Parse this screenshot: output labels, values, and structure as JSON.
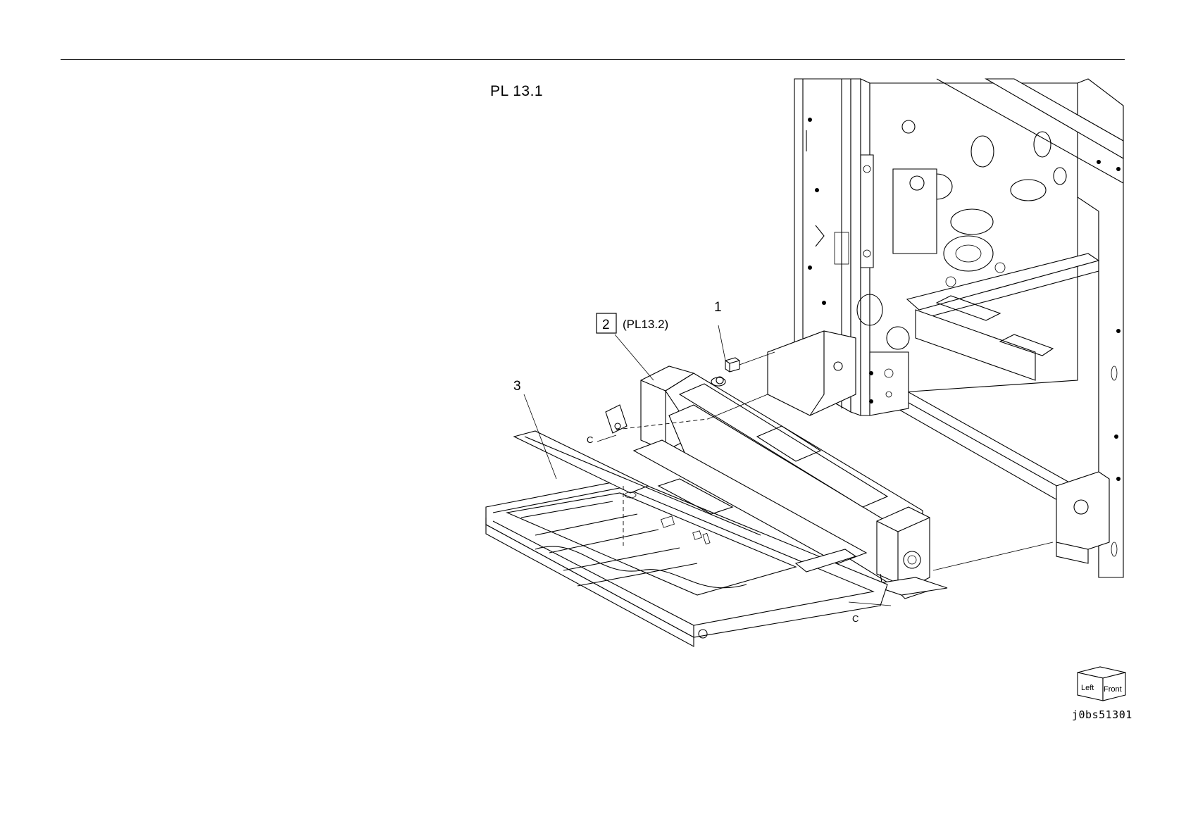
{
  "page": {
    "plate_label": "PL 13.1",
    "figure_id": "j0bs51301"
  },
  "callouts": [
    {
      "number": "1"
    },
    {
      "number": "2",
      "reference": "(PL13.2)"
    },
    {
      "number": "3"
    }
  ],
  "connectors": [
    "C",
    "C"
  ],
  "orientation_box": {
    "left": "Left",
    "front": "Front"
  },
  "colors": {
    "line": "#000000",
    "background": "#ffffff"
  }
}
